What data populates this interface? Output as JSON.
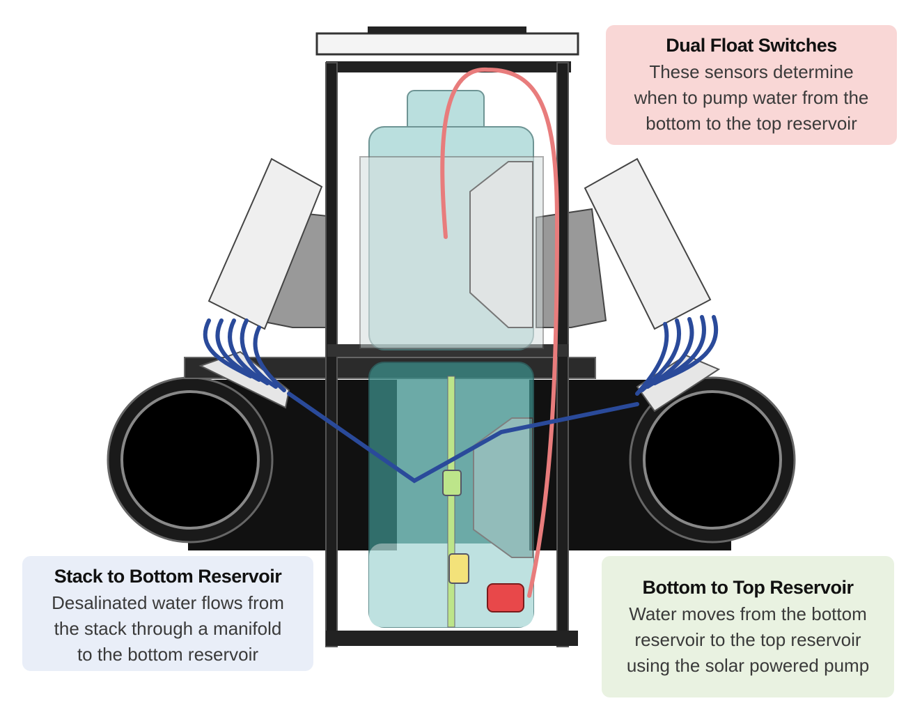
{
  "callouts": {
    "float_switches": {
      "title": "Dual Float Switches",
      "lines": [
        "These sensors determine",
        "when to pump water from the",
        "bottom to the top reservoir"
      ],
      "bg": "#f9d7d6"
    },
    "stack_to_bottom": {
      "title": "Stack to Bottom Reservoir",
      "lines": [
        "Desalinated water flows from",
        "the stack through a manifold",
        "to the bottom reservoir"
      ],
      "bg": "#e9eef8"
    },
    "bottom_to_top": {
      "title": "Bottom to Top Reservoir",
      "lines": [
        "Water moves from the bottom",
        "reservoir to the top reservoir",
        "using the solar powered pump"
      ],
      "bg": "#e9f2e1"
    }
  },
  "colors": {
    "pump_tube": "#e87c7c",
    "manifold_tube": "#2a4a9a",
    "reservoir_fill": "#a9d8d6",
    "frame": "#222222",
    "pipe": "#111111",
    "panel": "#eeeeee",
    "float_switch_top": "#bde58a",
    "float_switch_bottom": "#f3e27a",
    "pump": "#e8484a"
  }
}
